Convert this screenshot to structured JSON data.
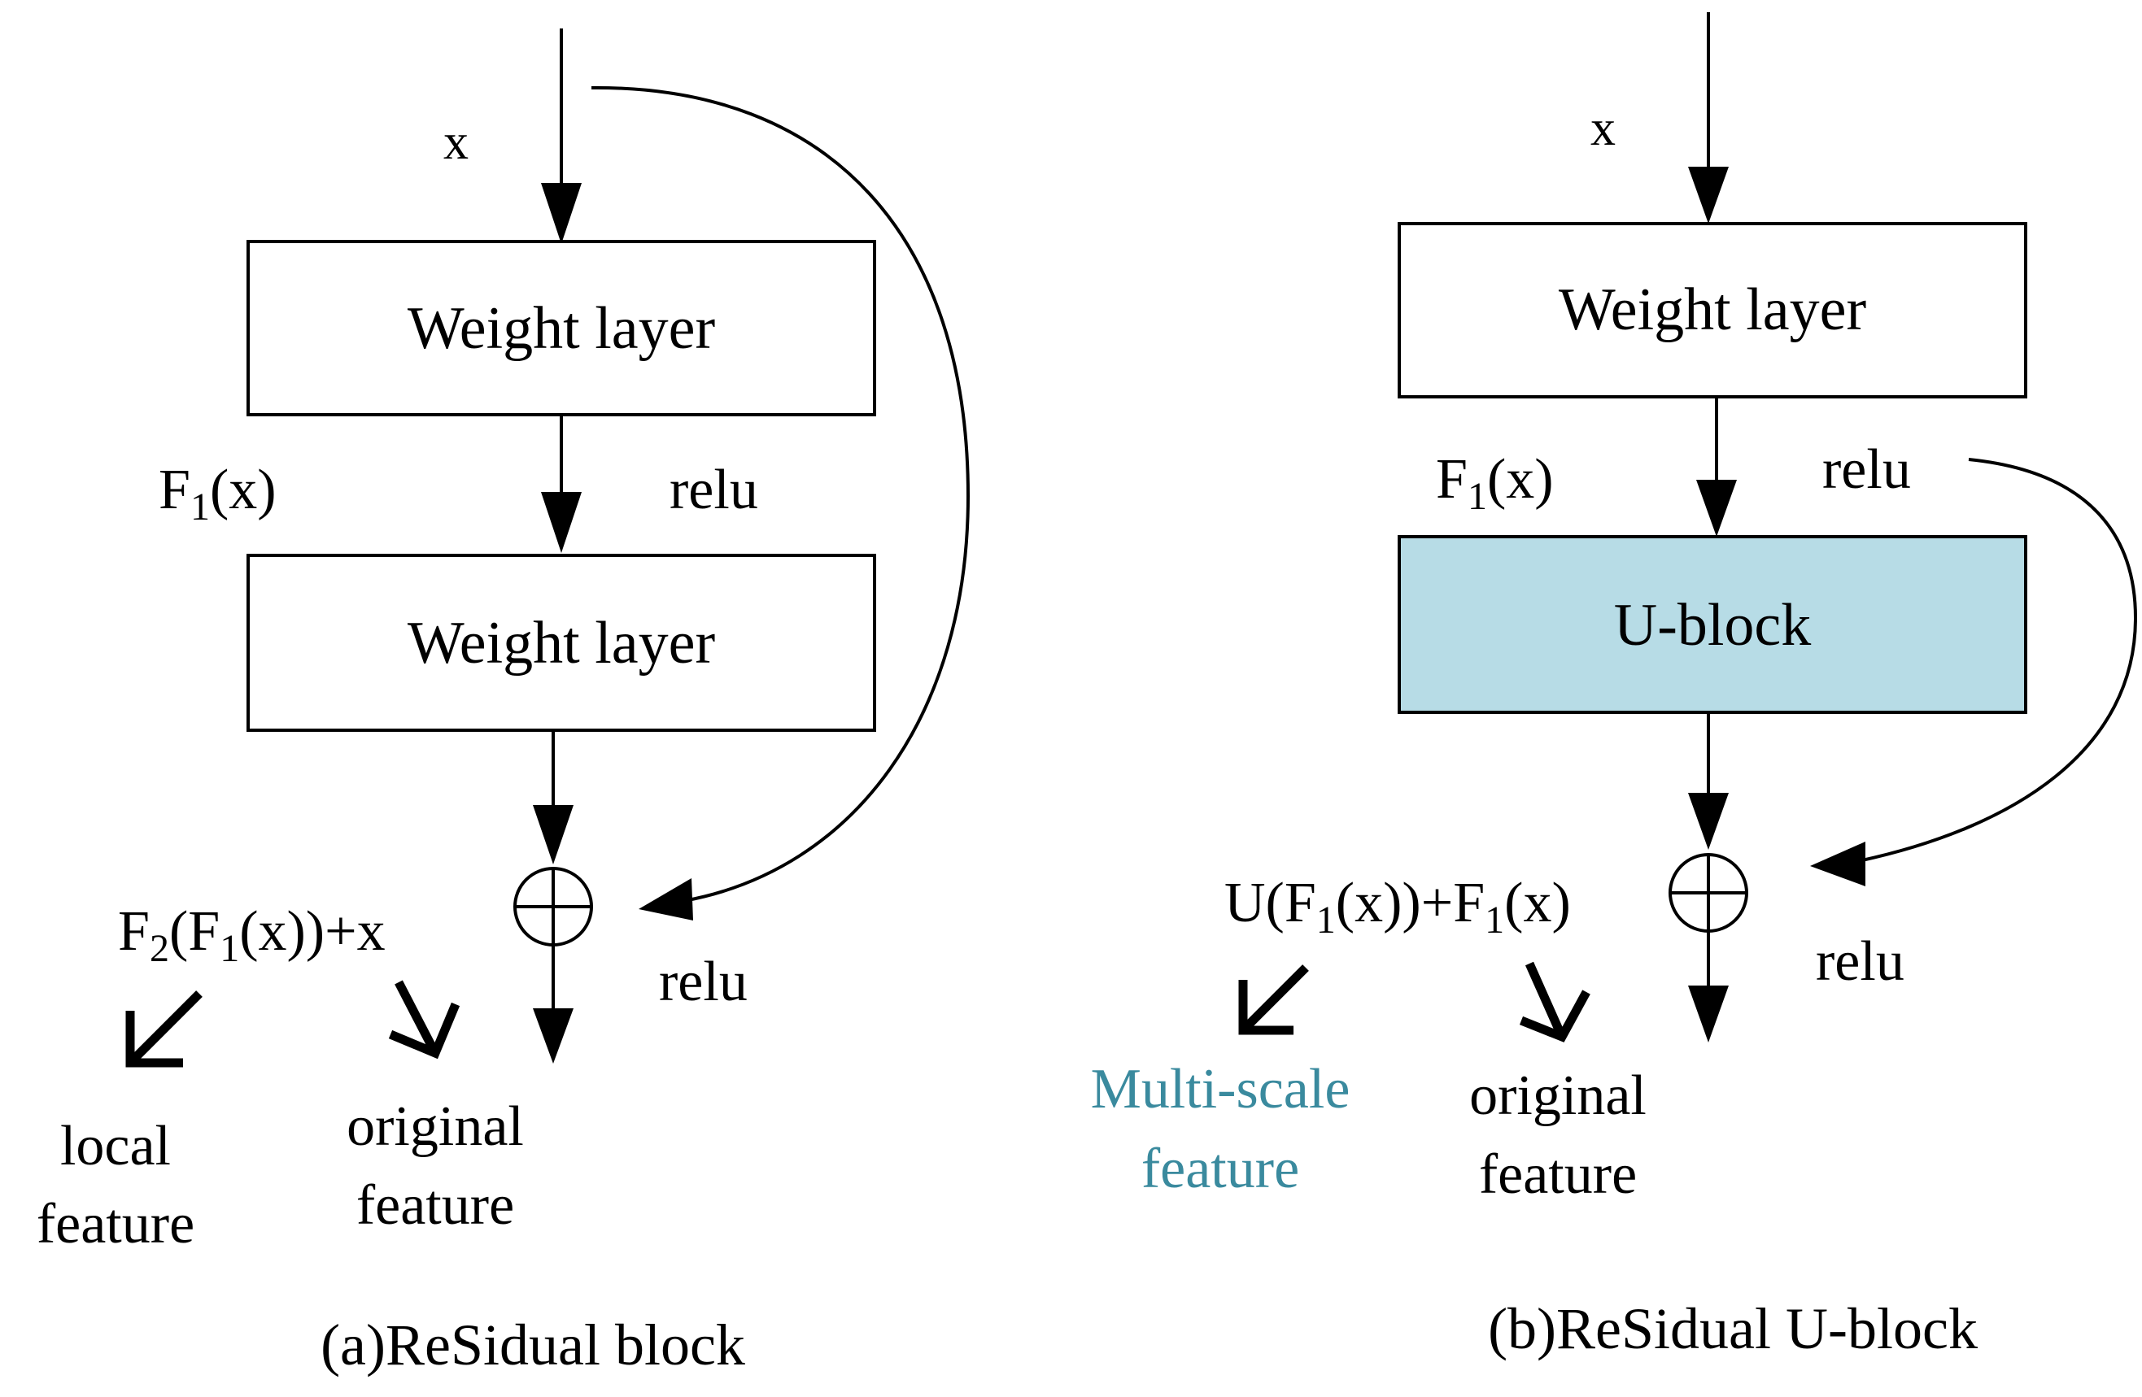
{
  "colors": {
    "stroke": "#000000",
    "ublock_fill": "#b7dce6",
    "multiscale_text": "#3a8a9e"
  },
  "panel_a": {
    "input_label": "x",
    "layer1_label": "Weight layer",
    "f1_label": "F",
    "f1_sub": "1",
    "f1_tail": "(x)",
    "relu_mid": "relu",
    "layer2_label": "Weight layer",
    "sum_prefix": "F",
    "sum_sub2": "2",
    "sum_mid": "(F",
    "sum_sub1": "1",
    "sum_tail": "(x))+x",
    "relu_out": "relu",
    "local_line1": "local",
    "local_line2": "feature",
    "original_line1": "original",
    "original_line2": "feature",
    "caption": "(a)ReSidual block"
  },
  "panel_b": {
    "input_label": "x",
    "layer1_label": "Weight layer",
    "f1_label": "F",
    "f1_sub": "1",
    "f1_tail": "(x)",
    "relu_mid": "relu",
    "ublock_label": "U-block",
    "sum_a": "U(F",
    "sum_sub1": "1",
    "sum_b": "(x))+F",
    "sum_sub2": "1",
    "sum_c": "(x)",
    "relu_out": "relu",
    "multiscale_line1": "Multi-scale",
    "multiscale_line2": "feature",
    "original_line1": "original",
    "original_line2": "feature",
    "caption": "(b)ReSidual U-block"
  }
}
